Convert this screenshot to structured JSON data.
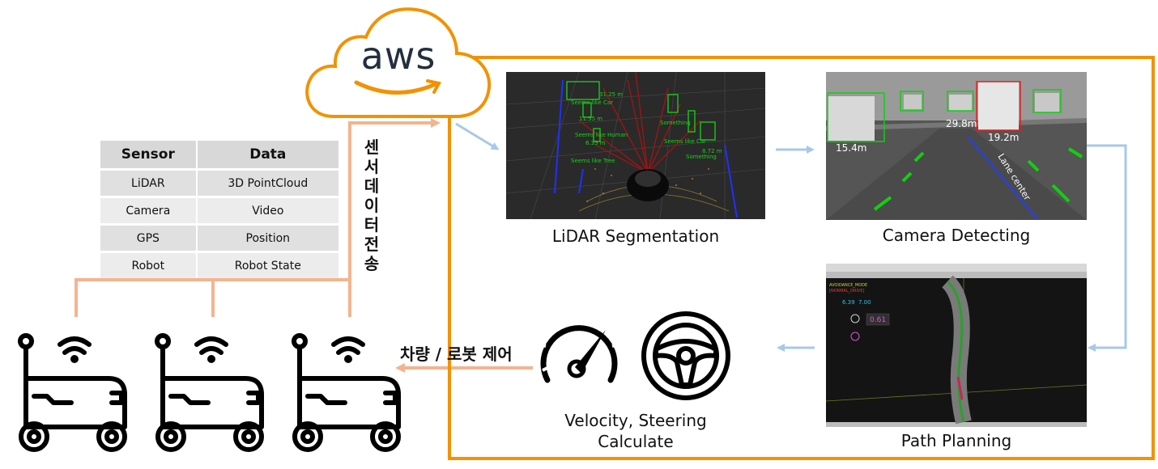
{
  "cloud": {
    "logo_text": "aws"
  },
  "sensor_table": {
    "headers": [
      "Sensor",
      "Data"
    ],
    "rows": [
      [
        "LiDAR",
        "3D PointCloud"
      ],
      [
        "Camera",
        "Video"
      ],
      [
        "GPS",
        "Position"
      ],
      [
        "Robot",
        "Robot State"
      ]
    ]
  },
  "uplink_label": [
    "센",
    "서",
    "데",
    "이",
    "터",
    "전",
    "송"
  ],
  "control_label": "차량 / 로봇 제어",
  "stages": {
    "lidar": "LiDAR Segmentation",
    "camera": "Camera Detecting",
    "path": "Path Planning",
    "control_line1": "Velocity, Steering",
    "control_line2": "Calculate"
  },
  "camera_overlays": {
    "distances": [
      "15.4m",
      "29.8m",
      "19.2m"
    ],
    "lane_label": "Lane center"
  },
  "lidar_overlays": {
    "labels": [
      "Seems like Car",
      "Seems like Human",
      "Seems like Tree",
      "Something",
      "Seems like Car",
      "Something"
    ],
    "values": [
      "11.55 m",
      "6.35 m",
      "31.25 m",
      "8.72 m"
    ]
  },
  "path_overlays": {
    "mode": "AVOIDANCE_MODE",
    "submode": "[NORMAL_DRIVE]",
    "speed_current": "6.39",
    "speed_target": "7.00",
    "steering": "0.61"
  },
  "colors": {
    "frame": "#f29200",
    "aws_cloud": "#f29200",
    "peach_line": "#f3b48f",
    "blue_arrow": "#a8c8e8"
  }
}
